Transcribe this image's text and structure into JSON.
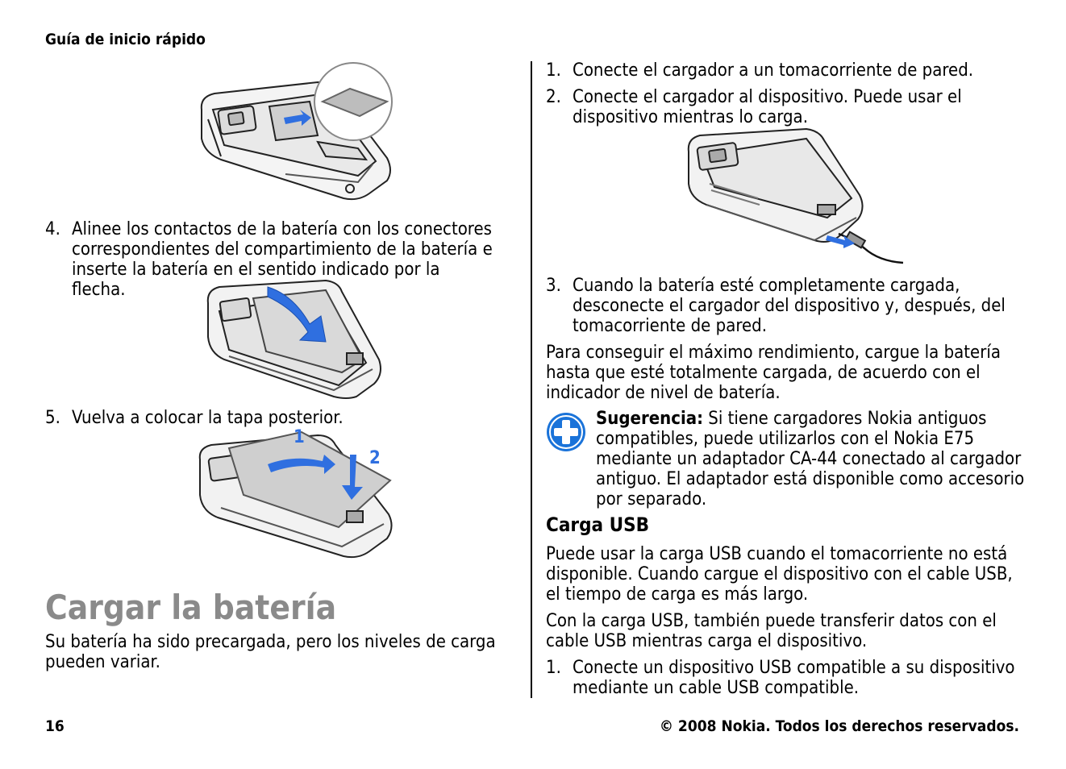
{
  "header": {
    "section": "Guía de inicio rápido"
  },
  "left": {
    "steps": [
      {
        "num": "4.",
        "text": "Alinee los contactos de la batería con los conectores correspondientes del compartimiento de la batería e inserte la batería en el sentido indicado por la flecha."
      },
      {
        "num": "5.",
        "text": "Vuelva a colocar la tapa posterior."
      }
    ],
    "callout_numbers": [
      "1",
      "2"
    ],
    "title": "Cargar la batería",
    "intro": "Su batería ha sido precargada, pero los niveles de carga pueden variar."
  },
  "right": {
    "steps_a": [
      {
        "num": "1.",
        "text": "Conecte el cargador a un tomacorriente de pared."
      },
      {
        "num": "2.",
        "text": "Conecte el cargador al dispositivo. Puede usar el dispositivo mientras lo carga."
      }
    ],
    "step3": {
      "num": "3.",
      "text": "Cuando la batería esté completamente cargada, desconecte el cargador del dispositivo y, después, del tomacorriente de pared."
    },
    "para_max": "Para conseguir el máximo rendimiento, cargue la batería hasta que esté totalmente cargada, de acuerdo con el indicador de nivel de batería.",
    "tip": {
      "label": "Sugerencia:",
      "text": " Si tiene cargadores Nokia antiguos compatibles, puede utilizarlos con el Nokia E75 mediante un adaptador CA-44 conectado al cargador antiguo. El adaptador está disponible como accesorio por separado.",
      "icon": "plus-circle-icon",
      "color": "#1a73d9"
    },
    "usb_heading": "Carga USB",
    "usb_para1": "Puede usar la carga USB cuando el tomacorriente no está disponible. Cuando cargue el dispositivo con el cable USB, el tiempo de carga es más largo.",
    "usb_para2": "Con la carga USB, también puede transferir datos con el cable USB mientras carga el dispositivo.",
    "usb_step": {
      "num": "1.",
      "text": "Conecte un dispositivo USB compatible a su dispositivo mediante un cable USB compatible."
    }
  },
  "footer": {
    "page_number": "16",
    "copyright": "© 2008 Nokia. Todos los derechos reservados."
  }
}
